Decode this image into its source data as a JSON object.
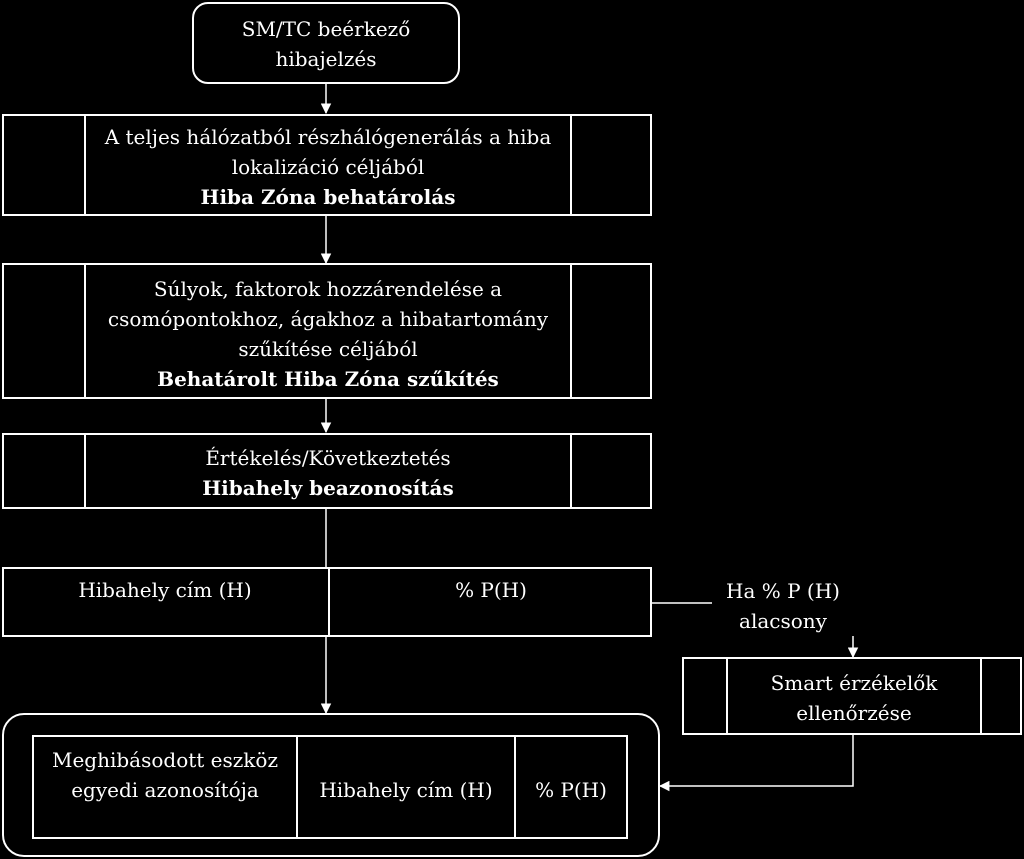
{
  "start": {
    "line1": "SM/TC beérkező",
    "line2": "hibajelzés"
  },
  "step1": {
    "line1": "A teljes hálózatból részhálógenerálás a hiba",
    "line2": "lokalizáció céljából",
    "title": "Hiba Zóna behatárolás"
  },
  "step2": {
    "line1": "Súlyok, faktorok hozzárendelése a",
    "line2": "csomópontokhoz, ágakhoz a hibatartomány",
    "line3": "szűkítése céljából",
    "title": "Behatárolt Hiba Zóna szűkítés"
  },
  "step3": {
    "line1": "Értékelés/Következtetés",
    "title": "Hibahely beazonosítás"
  },
  "result_row": {
    "address": "Hibahely cím (H)",
    "probability": "% P(H)"
  },
  "condition": {
    "line1": "Ha % P (H)",
    "line2": "alacsony"
  },
  "smart": {
    "line1": "Smart érzékelők",
    "line2": "ellenőrzése"
  },
  "output": {
    "device_line1": "Meghibásodott eszköz",
    "device_line2": "egyedi azonosítója",
    "address": "Hibahely cím (H)",
    "probability": "% P(H)"
  }
}
